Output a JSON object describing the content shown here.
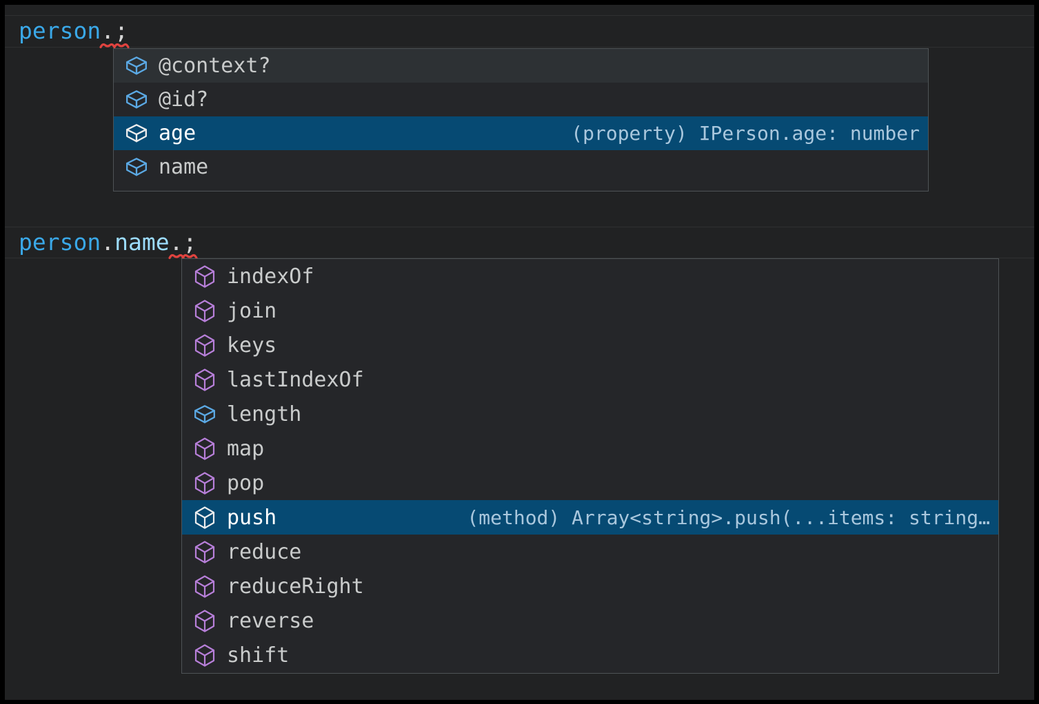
{
  "colors": {
    "editor-bg": "#212223",
    "line-border": "#2f3031",
    "popup-bg": "#252629",
    "popup-border": "#4e5356",
    "hover-bg": "#2d3134",
    "selection-bg": "#064a73",
    "item-text": "#c9cbcb",
    "selected-text": "#ffffff",
    "detail-text": "#a9c7dd",
    "icon-field": "#5ba9e4",
    "icon-method": "#b77fd9",
    "icon-selected": "#ededed",
    "variable": "#3aa8e8",
    "property": "#9cdcfe",
    "punct": "#d6d6d6",
    "squiggle": "#e0433f"
  },
  "editor": {
    "lines": [
      {
        "text": "person.;",
        "tokens": [
          {
            "text": "person",
            "type": "variable"
          },
          {
            "text": ".",
            "type": "punct"
          },
          {
            "text": ";",
            "type": "punct"
          }
        ],
        "squiggle_char_indexes": [
          6,
          7
        ]
      },
      {
        "text": "person.name.;",
        "tokens": [
          {
            "text": "person",
            "type": "variable"
          },
          {
            "text": ".",
            "type": "punct"
          },
          {
            "text": "name",
            "type": "property"
          },
          {
            "text": ".",
            "type": "punct"
          },
          {
            "text": ";",
            "type": "punct"
          }
        ],
        "squiggle_char_indexes": [
          11,
          12
        ]
      }
    ]
  },
  "popups": [
    {
      "name": "person-member-suggestions",
      "items": [
        {
          "label": "@context?",
          "icon": "field-icon",
          "highlighted": true
        },
        {
          "label": "@id?",
          "icon": "field-icon"
        },
        {
          "label": "age",
          "icon": "field-icon",
          "selected": true,
          "detail": "(property) IPerson.age: number"
        },
        {
          "label": "name",
          "icon": "field-icon"
        }
      ]
    },
    {
      "name": "person-name-member-suggestions",
      "items": [
        {
          "label": "indexOf",
          "icon": "method-icon"
        },
        {
          "label": "join",
          "icon": "method-icon"
        },
        {
          "label": "keys",
          "icon": "method-icon"
        },
        {
          "label": "lastIndexOf",
          "icon": "method-icon"
        },
        {
          "label": "length",
          "icon": "field-icon"
        },
        {
          "label": "map",
          "icon": "method-icon"
        },
        {
          "label": "pop",
          "icon": "method-icon"
        },
        {
          "label": "push",
          "icon": "method-icon",
          "selected": true,
          "detail": "(method) Array<string>.push(...items: string…"
        },
        {
          "label": "reduce",
          "icon": "method-icon"
        },
        {
          "label": "reduceRight",
          "icon": "method-icon"
        },
        {
          "label": "reverse",
          "icon": "method-icon"
        },
        {
          "label": "shift",
          "icon": "method-icon"
        }
      ]
    }
  ]
}
